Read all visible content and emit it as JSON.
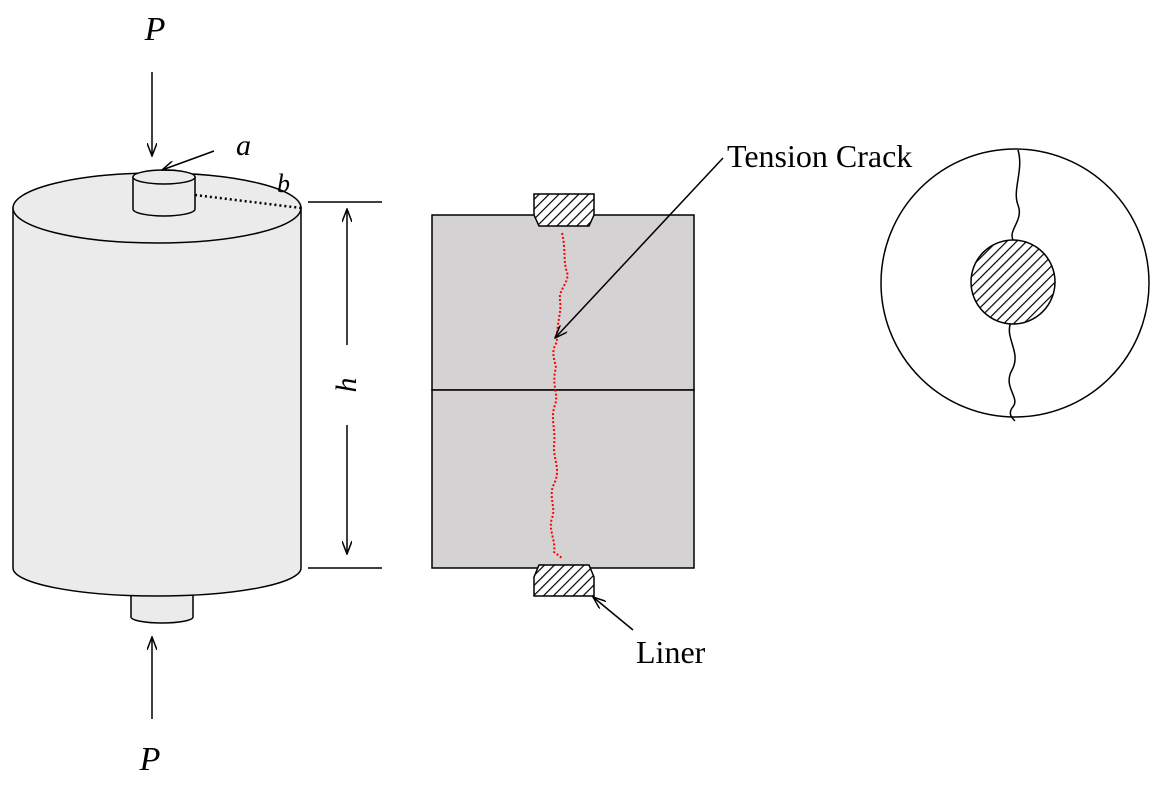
{
  "labels": {
    "load_top": "P",
    "load_bottom": "P",
    "radius_inner": "a",
    "radius_outer": "b",
    "height": "h",
    "tension_crack": "Tension Crack",
    "liner": "Liner"
  },
  "colors": {
    "cylinder_fill": "#ebebeb",
    "section_fill": "#d4d2d3",
    "crack": "#ff0000",
    "stroke": "#000000",
    "background": "#ffffff"
  }
}
